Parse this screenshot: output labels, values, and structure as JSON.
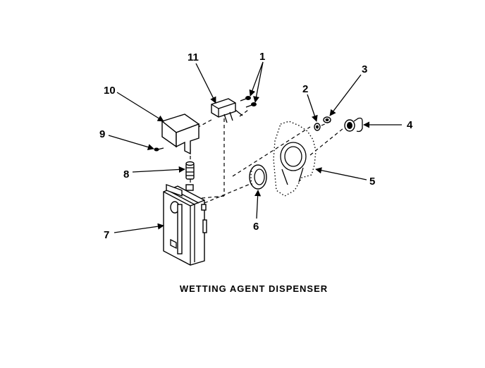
{
  "caption": "WETTING AGENT DISPENSER",
  "callouts": {
    "c1": "1",
    "c2": "2",
    "c3": "3",
    "c4": "4",
    "c5": "5",
    "c6": "6",
    "c7": "7",
    "c8": "8",
    "c9": "9",
    "c10": "10",
    "c11": "11"
  }
}
